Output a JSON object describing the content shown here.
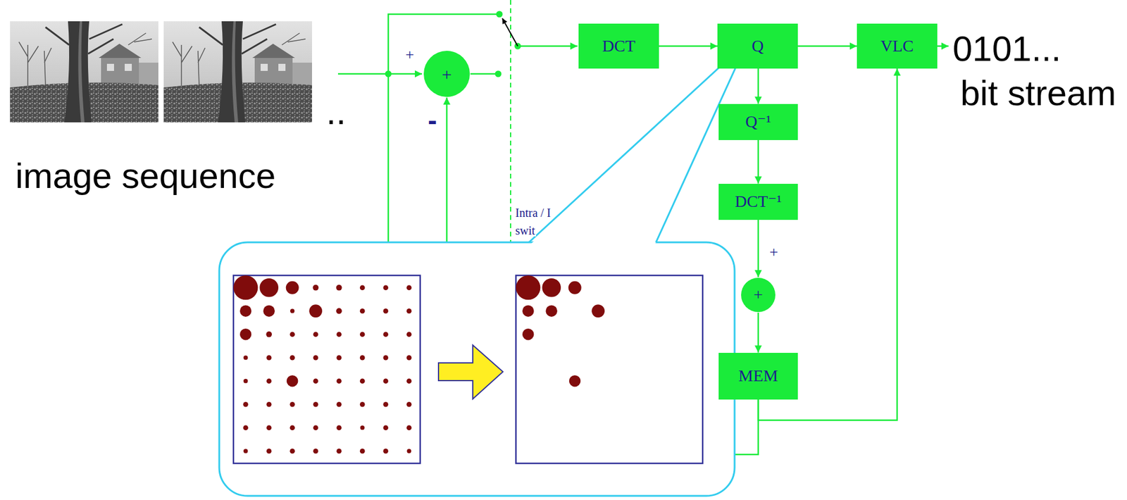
{
  "diagram": {
    "nodes": [
      {
        "text": [
          "+"
        ]
      },
      {
        "text": [
          "DCT"
        ]
      },
      {
        "text": [
          "Q"
        ]
      },
      {
        "text": [
          "VLC"
        ]
      },
      {
        "text": [
          "Q⁻¹"
        ]
      },
      {
        "text": [
          "DCT⁻¹"
        ]
      },
      {
        "text": [
          "+"
        ]
      },
      {
        "text": [
          "MEM"
        ]
      }
    ],
    "edges": [
      {
        "from": 1,
        "to": 2,
        "arrow": "to"
      },
      {
        "from": 2,
        "to": 3,
        "arrow": "to"
      },
      {
        "from": 2,
        "to": 4,
        "arrow": "to"
      },
      {
        "from": 4,
        "to": 5,
        "arrow": "to"
      },
      {
        "from": 5,
        "to": 6,
        "arrow": "to"
      },
      {
        "from": 6,
        "to": 7,
        "arrow": "to"
      },
      {
        "from": 7,
        "to": 3,
        "arrow": "to"
      },
      {
        "from": 7,
        "to": 0,
        "arrow": "to"
      }
    ],
    "labels": [
      "..",
      "image sequence",
      "+",
      "-",
      "Intra / I",
      "swit",
      "+",
      "0101...",
      "bit stream"
    ]
  }
}
